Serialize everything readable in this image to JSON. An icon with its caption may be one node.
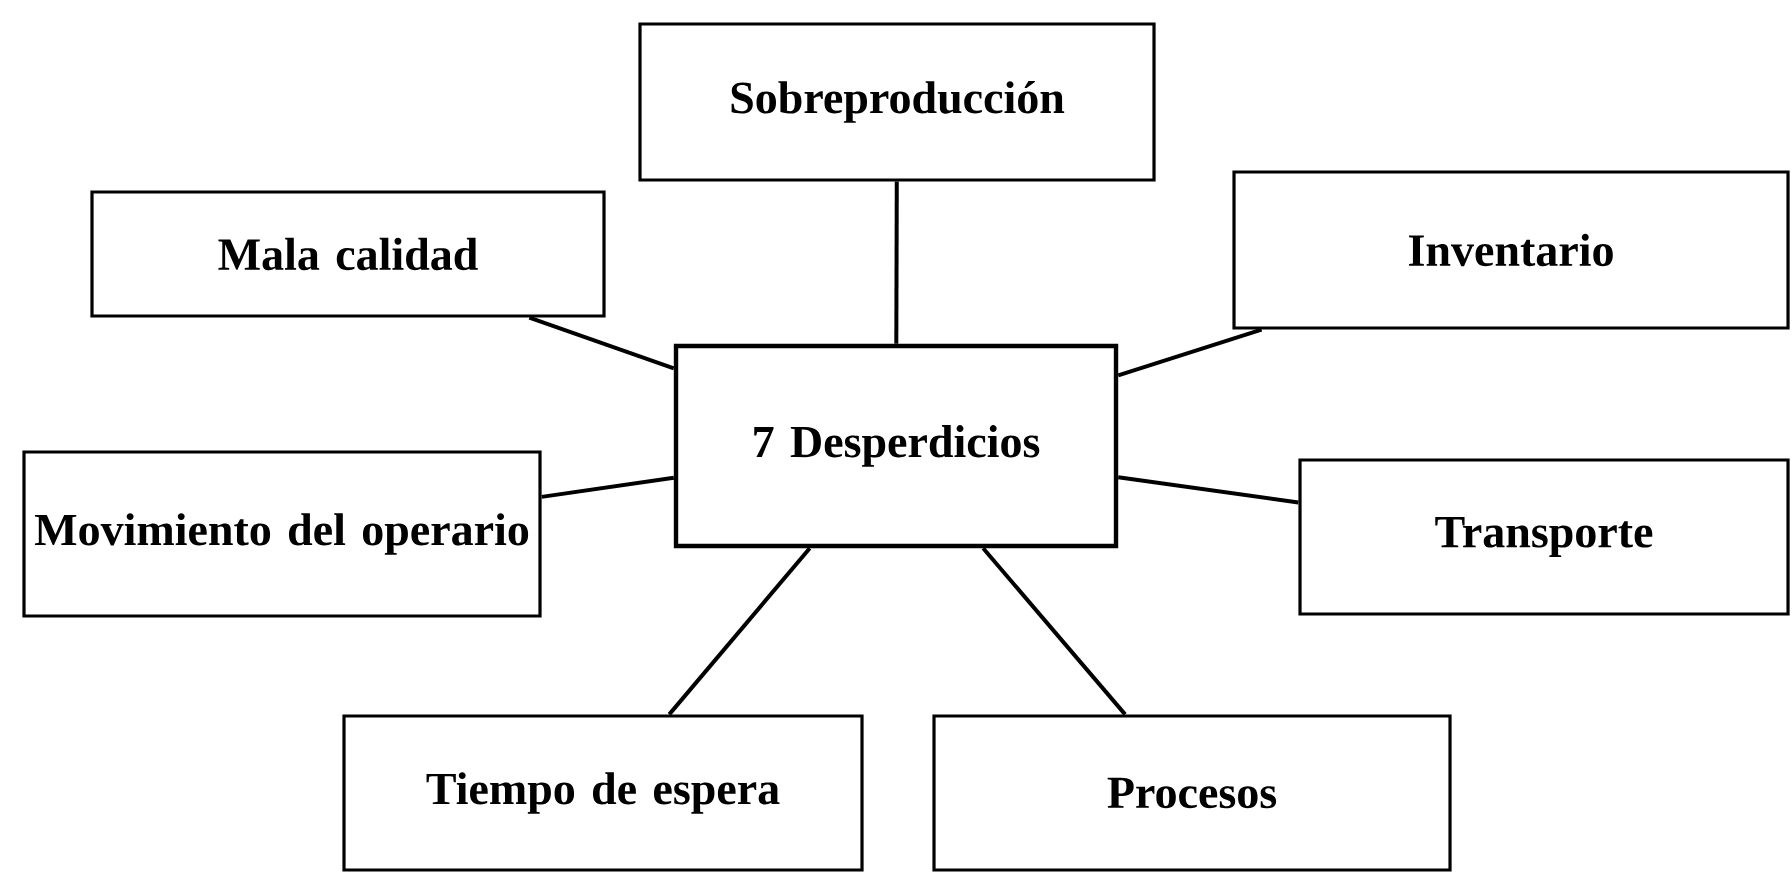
{
  "diagram": {
    "nodes": [
      {
        "text": [
          "Sobreproducción"
        ]
      },
      {
        "text": [
          "Mala calidad"
        ]
      },
      {
        "text": [
          "Inventario"
        ]
      },
      {
        "text": [
          "7 Desperdicios"
        ]
      },
      {
        "text": [
          "Movimiento del operario"
        ]
      },
      {
        "text": [
          "Transporte"
        ]
      },
      {
        "text": [
          "Tiempo de espera"
        ]
      },
      {
        "text": [
          "Procesos"
        ]
      }
    ],
    "edges": [
      {
        "from": 3,
        "to": 0,
        "arrow": "none"
      },
      {
        "from": 3,
        "to": 1,
        "arrow": "none"
      },
      {
        "from": 3,
        "to": 2,
        "arrow": "none"
      },
      {
        "from": 3,
        "to": 4,
        "arrow": "none"
      },
      {
        "from": 3,
        "to": 5,
        "arrow": "none"
      },
      {
        "from": 3,
        "to": 6,
        "arrow": "none"
      },
      {
        "from": 3,
        "to": 7,
        "arrow": "none"
      }
    ]
  }
}
